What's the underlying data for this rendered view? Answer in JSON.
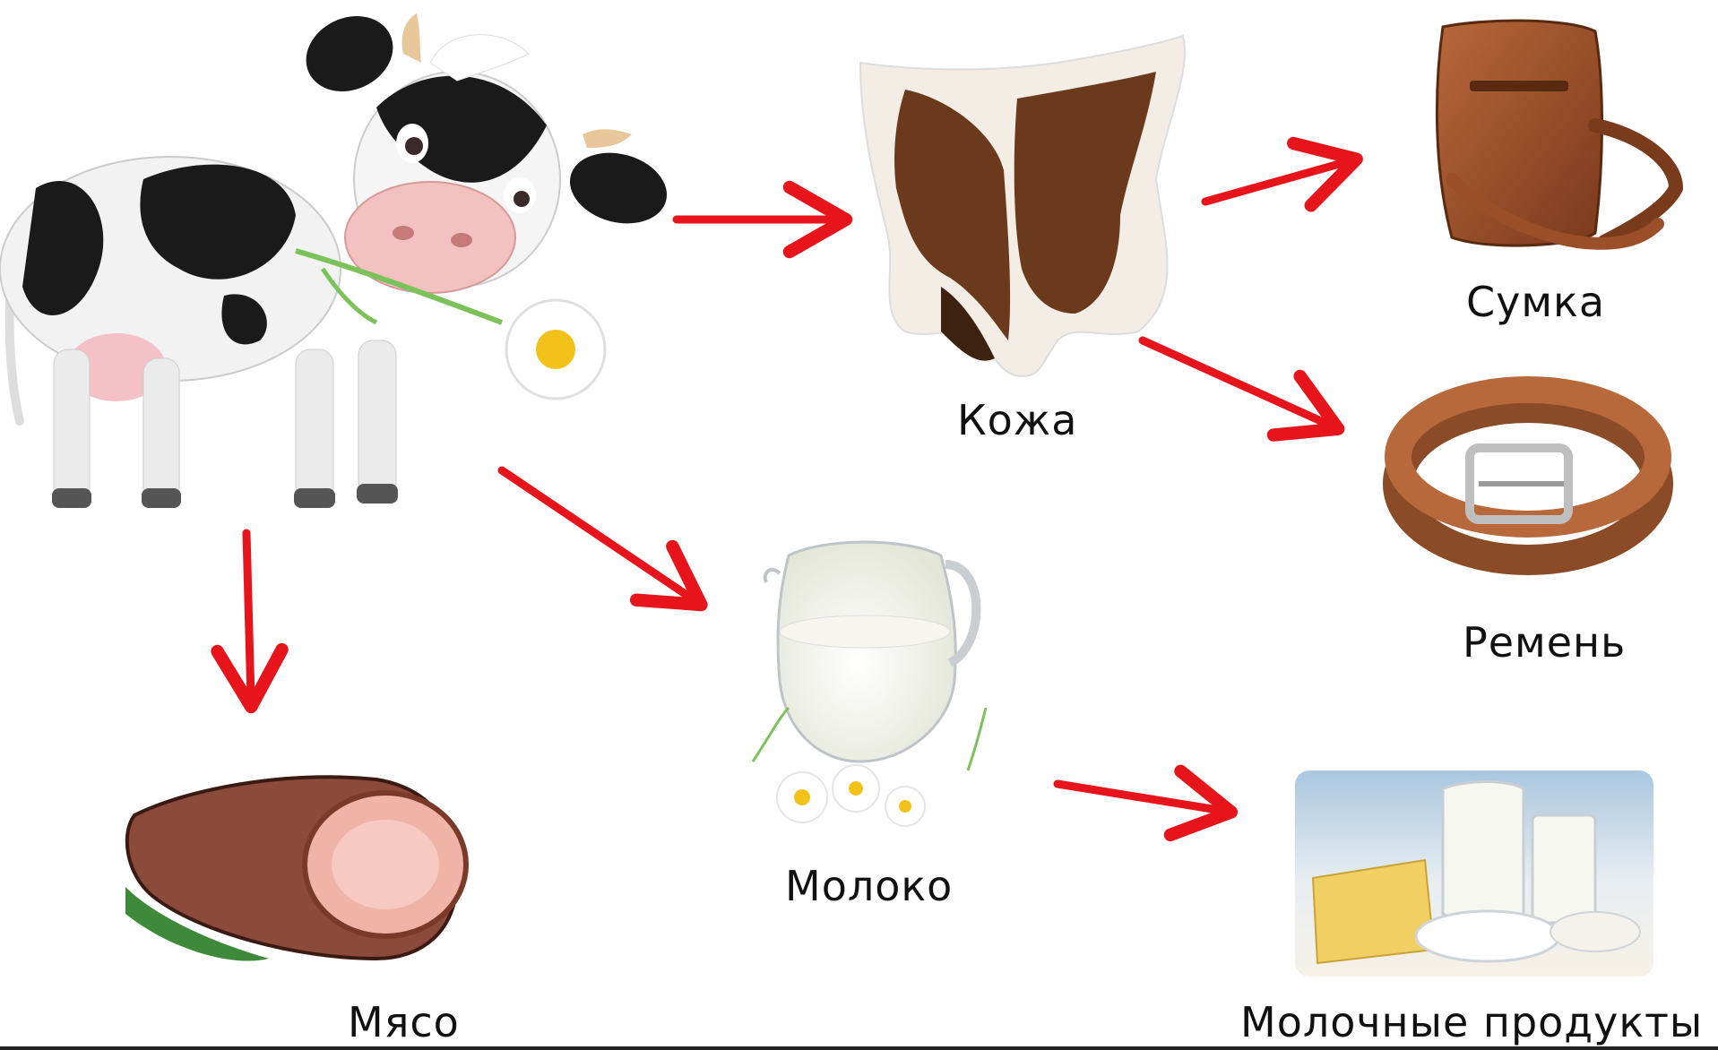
{
  "nodes": {
    "cow": {
      "label": ""
    },
    "hide": {
      "label": "Кожа"
    },
    "bag": {
      "label": "Сумка"
    },
    "belt": {
      "label": "Ремень"
    },
    "milk": {
      "label": "Молоко"
    },
    "meat": {
      "label": "Мясо"
    },
    "dairy": {
      "label": "Молочные продукты"
    }
  },
  "edges": [
    {
      "from": "cow",
      "to": "hide"
    },
    {
      "from": "cow",
      "to": "milk"
    },
    {
      "from": "cow",
      "to": "meat"
    },
    {
      "from": "hide",
      "to": "bag"
    },
    {
      "from": "hide",
      "to": "belt"
    },
    {
      "from": "milk",
      "to": "dairy"
    }
  ],
  "colors": {
    "arrow": "#e8141b",
    "label": "#111111"
  }
}
